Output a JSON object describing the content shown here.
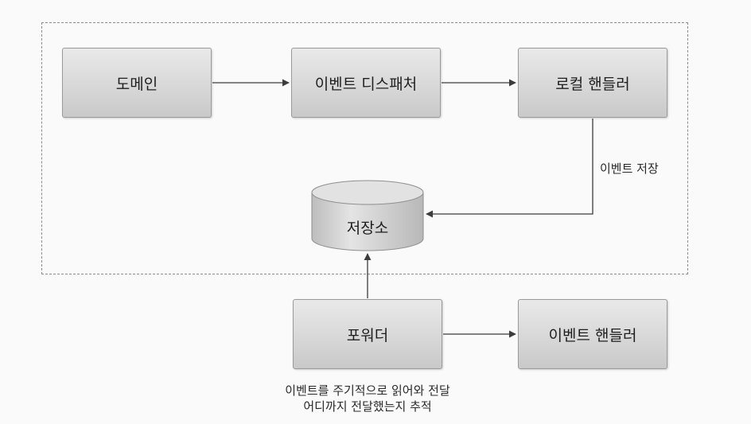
{
  "nodes": {
    "domain": "도메인",
    "dispatcher": "이벤트 디스패처",
    "local_handler": "로컬 핸들러",
    "store": "저장소",
    "forwarder": "포워더",
    "event_handler": "이벤트 핸들러"
  },
  "edges": {
    "save_event": "이벤트 저장"
  },
  "caption": {
    "line1": "이벤트를 주기적으로 읽어와 전달",
    "line2": "어디까지 전달했는지 추적"
  },
  "colors": {
    "node_fill": "#d8d8d8",
    "stroke": "#8c8c8c",
    "arrow": "#444444"
  }
}
